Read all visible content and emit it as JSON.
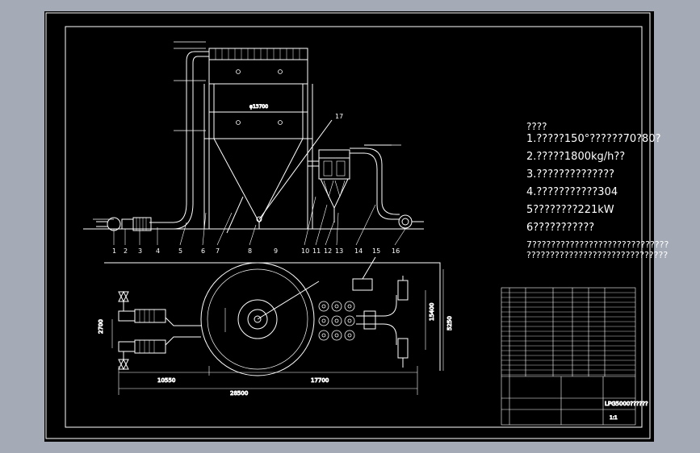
{
  "part_numbers": [
    "1",
    "2",
    "3",
    "4",
    "5",
    "6",
    "7",
    "8",
    "9",
    "10",
    "11",
    "12",
    "13",
    "14",
    "15",
    "16",
    "17"
  ],
  "dimensions": {
    "width_top": "2700",
    "length_right": "15400",
    "seg_left": "10550",
    "seg_right": "17700",
    "total": "28500",
    "vertical": "5250",
    "chamber_dia": "φ13700"
  },
  "notes": {
    "title": "????",
    "lines": [
      "1.?????150°??????70?80?",
      "2.?????1800kg/h??",
      "3.??????????????",
      "4.???????????304",
      "5????????221kW",
      "6???????????",
      "7?????????????????????????????",
      "??????????????????????????????"
    ]
  },
  "title_block": {
    "drawing_name": "LPG5000??????",
    "scale": "1:1"
  },
  "colors": {
    "background": "#a4abb6",
    "sheet": "#000000",
    "line": "#ffffff"
  }
}
